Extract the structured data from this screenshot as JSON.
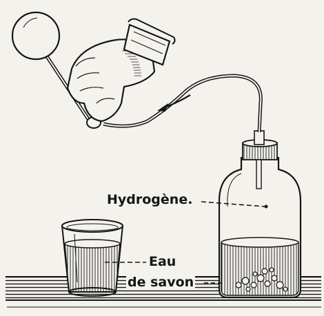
{
  "labels": {
    "hydrogen": "Hydrogène.",
    "soap_water_line1": "Eau",
    "soap_water_line2": "de savon"
  },
  "colors": {
    "ink": "#151515",
    "paper": "#f4f2ec"
  }
}
